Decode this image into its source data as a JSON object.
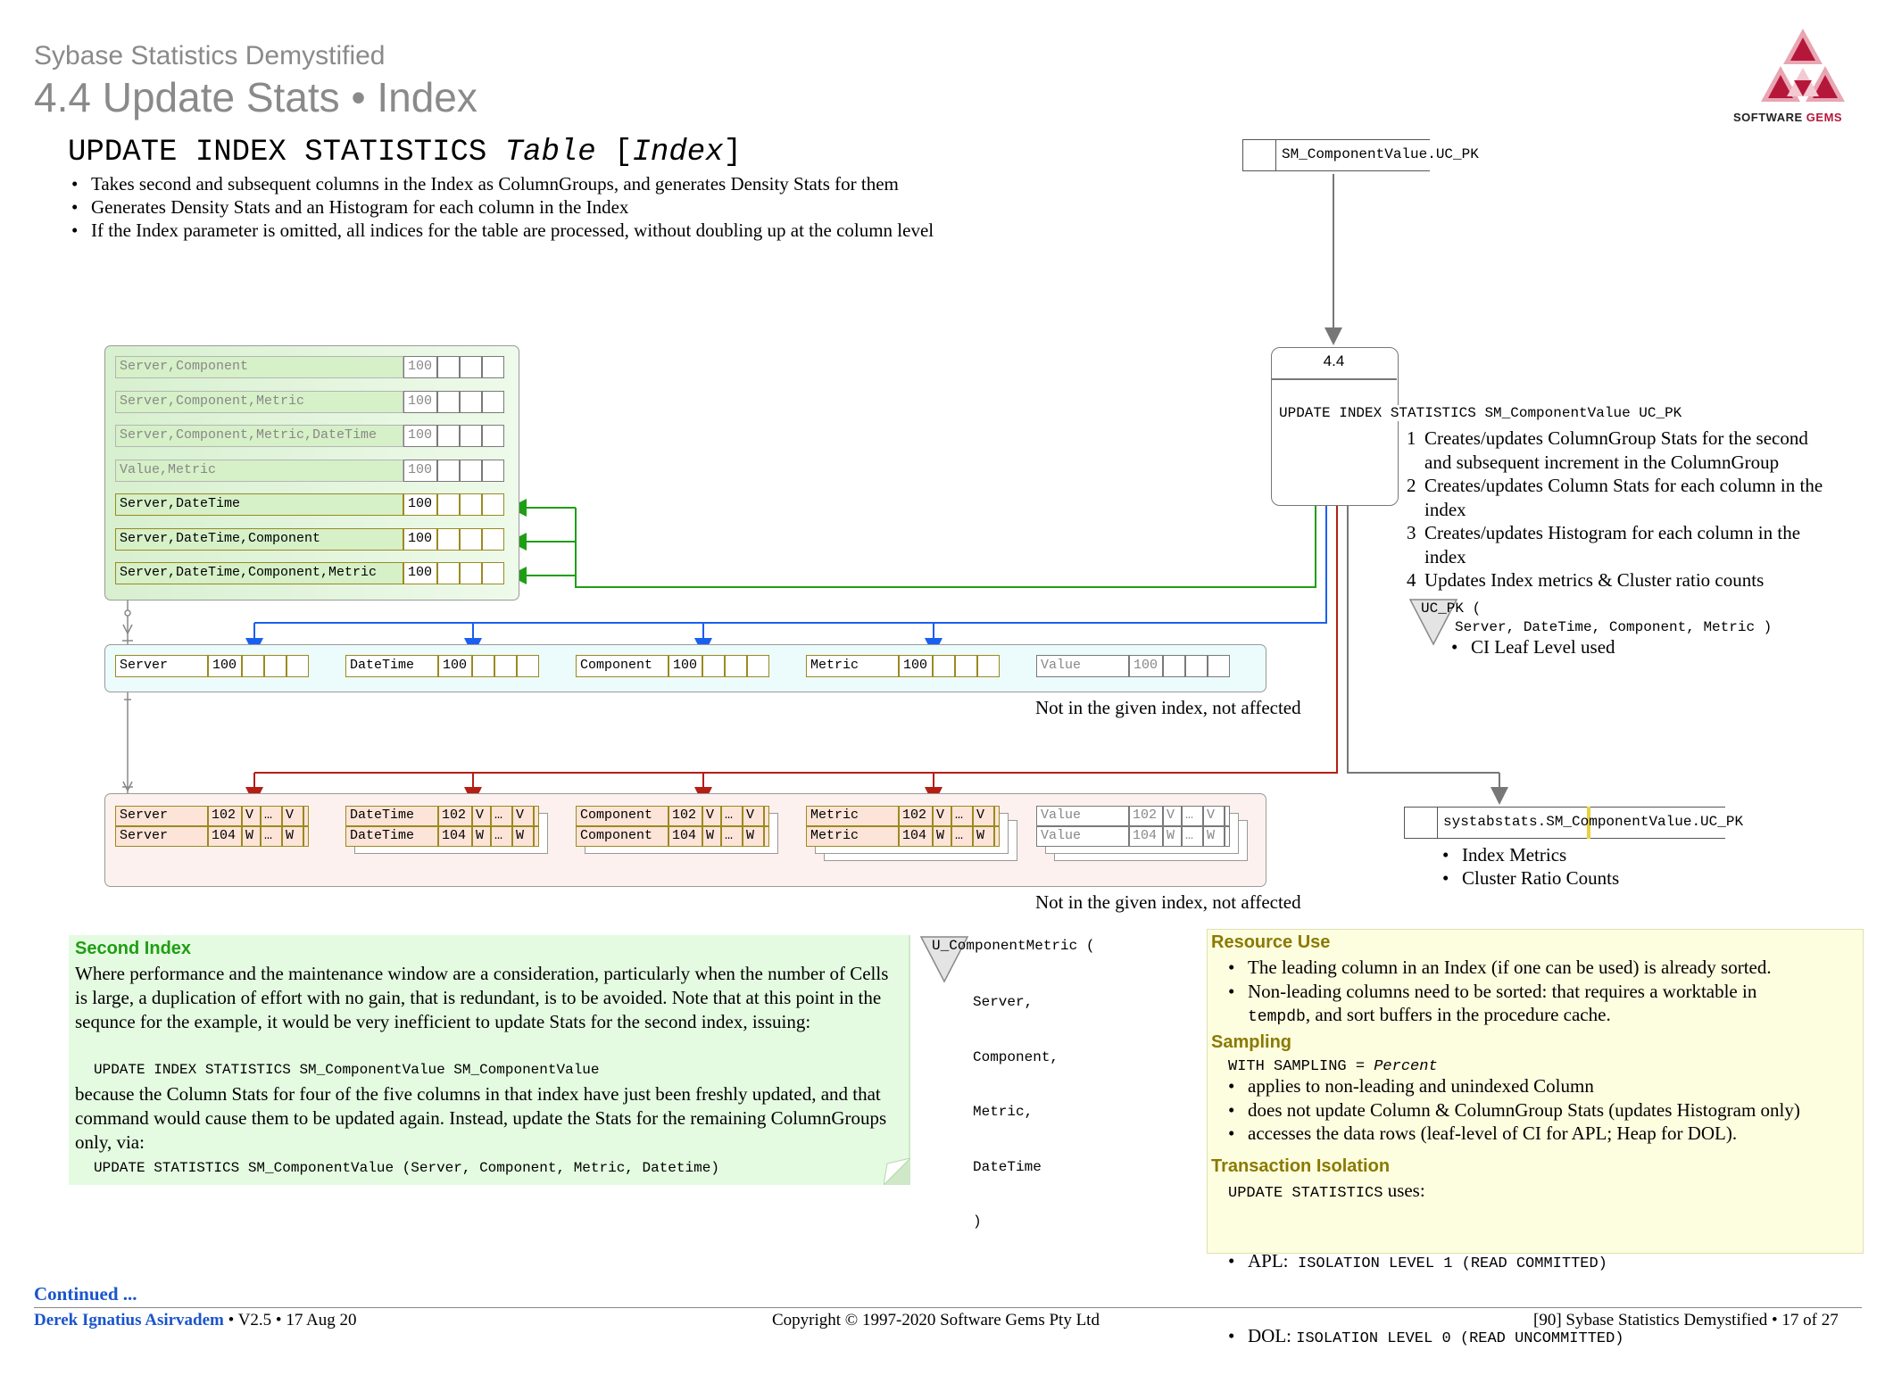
{
  "header": {
    "doc_title": "Sybase Statistics Demystified",
    "section_title": "4.4 Update Stats • Index",
    "logo_text_a": "SOFTWARE",
    "logo_text_b": "GEMS",
    "logo_colors": {
      "dark": "#b5173a",
      "light": "#e8a6b3",
      "pink": "#f3c9d2"
    }
  },
  "command": {
    "keyword": "UPDATE INDEX STATISTICS ",
    "table": "Table",
    "open_bracket": " [",
    "index": "Index",
    "close_bracket": "]",
    "bullets": [
      "Takes second and subsequent columns in the Index as ColumnGroups, and generates Density Stats for them",
      "Generates Density Stats and an Histogram for each column in the Index",
      "If the Index parameter is omitted, all indices for the table are processed, without doubling up at the column level"
    ]
  },
  "input_entity": "SM_ComponentValue.UC_PK",
  "output_entity": "systabstats.SM_ComponentValue.UC_PK",
  "output_bullets": [
    "Index Metrics",
    "Cluster Ratio Counts"
  ],
  "process": {
    "id": "4.4",
    "command": "UPDATE INDEX STATISTICS SM_ComponentValue UC_PK",
    "steps": [
      {
        "n": "1",
        "line1": "Creates/updates ColumnGroup Stats for the second",
        "line2": "and subsequent increment in the ColumnGroup"
      },
      {
        "n": "2",
        "line1": "Creates/updates Column Stats for each column in the",
        "line2": "index"
      },
      {
        "n": "3",
        "line1": "Creates/updates Histogram for each column in the",
        "line2": "index"
      },
      {
        "n": "4",
        "line1": "Updates Index metrics & Cluster ratio counts",
        "line2": ""
      }
    ]
  },
  "uc_pk": {
    "name": "UC_PK (",
    "columns": "Server, DateTime, Component, Metric )",
    "note": "CI Leaf Level used"
  },
  "column_groups": [
    {
      "label": "Server,Component",
      "value": "100",
      "affected": false
    },
    {
      "label": "Server,Component,Metric",
      "value": "100",
      "affected": false
    },
    {
      "label": "Server,Component,Metric,DateTime",
      "value": "100",
      "affected": false
    },
    {
      "label": "Value,Metric",
      "value": "100",
      "affected": false
    },
    {
      "label": "Server,DateTime",
      "value": "100",
      "affected": true
    },
    {
      "label": "Server,DateTime,Component",
      "value": "100",
      "affected": true
    },
    {
      "label": "Server,DateTime,Component,Metric",
      "value": "100",
      "affected": true
    }
  ],
  "column_stats": [
    {
      "label": "Server",
      "value": "100",
      "affected": true
    },
    {
      "label": "DateTime",
      "value": "100",
      "affected": true
    },
    {
      "label": "Component",
      "value": "100",
      "affected": true
    },
    {
      "label": "Metric",
      "value": "100",
      "affected": true
    },
    {
      "label": "Value",
      "value": "100",
      "affected": false
    }
  ],
  "not_affected_note": "Not in the given index, not affected",
  "histograms": [
    {
      "label": "Server",
      "rows": [
        [
          "102",
          "V",
          "…",
          "V"
        ],
        [
          "104",
          "W",
          "…",
          "W"
        ]
      ],
      "affected": true
    },
    {
      "label": "DateTime",
      "rows": [
        [
          "102",
          "V",
          "…",
          "V"
        ],
        [
          "104",
          "W",
          "…",
          "W"
        ]
      ],
      "affected": true
    },
    {
      "label": "Component",
      "rows": [
        [
          "102",
          "V",
          "…",
          "V"
        ],
        [
          "104",
          "W",
          "…",
          "W"
        ]
      ],
      "affected": true
    },
    {
      "label": "Metric",
      "rows": [
        [
          "102",
          "V",
          "…",
          "V"
        ],
        [
          "104",
          "W",
          "…",
          "W"
        ]
      ],
      "affected": true
    },
    {
      "label": "Value",
      "rows": [
        [
          "102",
          "V",
          "…",
          "V"
        ],
        [
          "104",
          "W",
          "…",
          "W"
        ]
      ],
      "affected": false
    }
  ],
  "second_index": {
    "title": "Second Index",
    "p1": "Where performance and the maintenance window are a consideration, particularly when the number of Cells is large, a duplication of effort with no gain, that is redundant, is to be avoided.  Note that at this point in the sequnce for the example, it would be very inefficient to update Stats for the second index, issuing:",
    "code1": "UPDATE INDEX STATISTICS SM_ComponentValue SM_ComponentValue",
    "p2": "because the Column Stats for four of the five columns in that index have just been freshly updated, and that command would cause them to be updated again.  Instead, update the Stats for the remaining ColumnGroups only, via:",
    "code2": "UPDATE STATISTICS SM_ComponentValue (Server, Component, Metric, Datetime)"
  },
  "u_component_metric": {
    "name": "U_ComponentMetric (",
    "lines": [
      "Server,",
      "Component,",
      "Metric,",
      "DateTime",
      ")"
    ]
  },
  "resource_use": {
    "title": "Resource Use",
    "b1": "The leading column in an Index (if one can be used) is already sorted.",
    "b2a": "Non-leading columns need to be sorted: that requires a worktable in",
    "b2_code": "tempdb",
    "b2b": ", and sort buffers in the procedure cache.",
    "sampling_title": "Sampling",
    "sampling_code": "WITH SAMPLING = ",
    "sampling_param": "Percent",
    "sampling_bullets": [
      "applies to non-leading and unindexed Column",
      "does not update Column & ColumnGroup Stats (updates Histogram only)",
      "accesses the data rows (leaf-level of CI for APL; Heap for DOL)."
    ],
    "isolation_title": "Transaction Isolation",
    "isolation_code": "UPDATE STATISTICS",
    "isolation_suffix": " uses:",
    "apl_label": "APL:  ",
    "apl_code": "ISOLATION LEVEL 1 (READ COMMITTED)",
    "dol_label": "DOL: ",
    "dol_code": "ISOLATION LEVEL 0 (READ UNCOMMITTED)"
  },
  "footer": {
    "continued": "Continued ...",
    "author": "Derek Ignatius Asirvadem",
    "version": " • V2.5 • 17 Aug 20",
    "copyright": "Copyright © 1997-2020 Software Gems Pty Ltd",
    "page": "[90] Sybase Statistics Demystified • 17 of 27"
  },
  "colors": {
    "green": "#1f9e14",
    "blue": "#1a5ff0",
    "red": "#b51e12",
    "grey": "#777777",
    "link": "#1a55cc"
  }
}
